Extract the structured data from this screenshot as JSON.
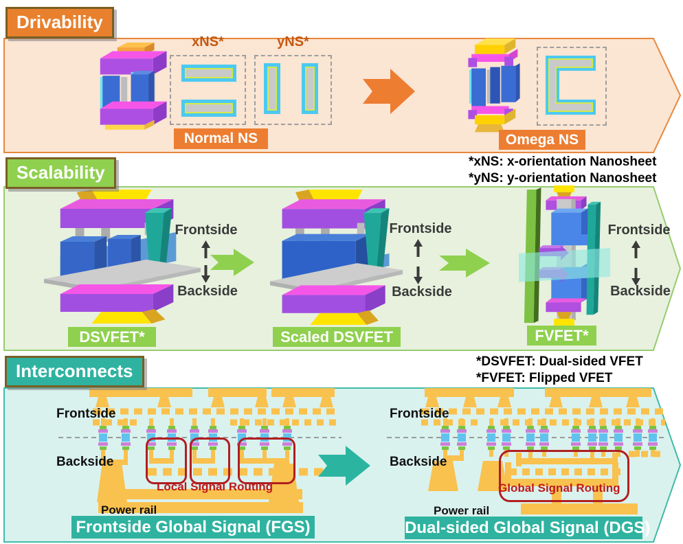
{
  "figure": {
    "sections": {
      "drivability": {
        "title": "Drivability",
        "xns": "xNS*",
        "yns": "yNS*",
        "normal_ns": "Normal NS",
        "omega_ns": "Omega NS"
      },
      "scalability": {
        "title": "Scalability",
        "frontside": "Frontside",
        "backside": "Backside",
        "dsvfet": "DSVFET*",
        "scaled_dsvfet": "Scaled DSVFET",
        "fvfet": "FVFET*"
      },
      "interconnects": {
        "title": "Interconnects",
        "frontside": "Frontside",
        "backside": "Backside",
        "local_routing": "Local Signal Routing",
        "global_routing": "Global Signal Routing",
        "power_rail": "Power rail",
        "fgs": "Frontside Global Signal (FGS)",
        "dgs": "Dual-sided Global Signal (DGS)"
      }
    },
    "footnotes": {
      "xns": "*xNS: x-orientation Nanosheet",
      "yns": "*yNS: y-orientation Nanosheet",
      "dsvfet": "*DSVFET: Dual-sided VFET",
      "fvfet": "*FVFET: Flipped VFET"
    },
    "colors": {
      "orange": "#ED7D31",
      "orange_band_fill": "#FBE5D3",
      "green": "#8FD04F",
      "green_band_fill": "#E7F1DD",
      "teal": "#2FB3A0",
      "teal_band_fill": "#DAF2EE",
      "banner_border": "#7A5E24",
      "wire_amber": "#F9C14E",
      "annotation_red": "#B01E20",
      "nanosheet_cyan": "#4CC9F1",
      "nanosheet_gray": "#C9C9C9",
      "cell_blue": "#62C2EE",
      "cell_violet": "#CC7FD9",
      "cell_green": "#7CC242"
    }
  }
}
